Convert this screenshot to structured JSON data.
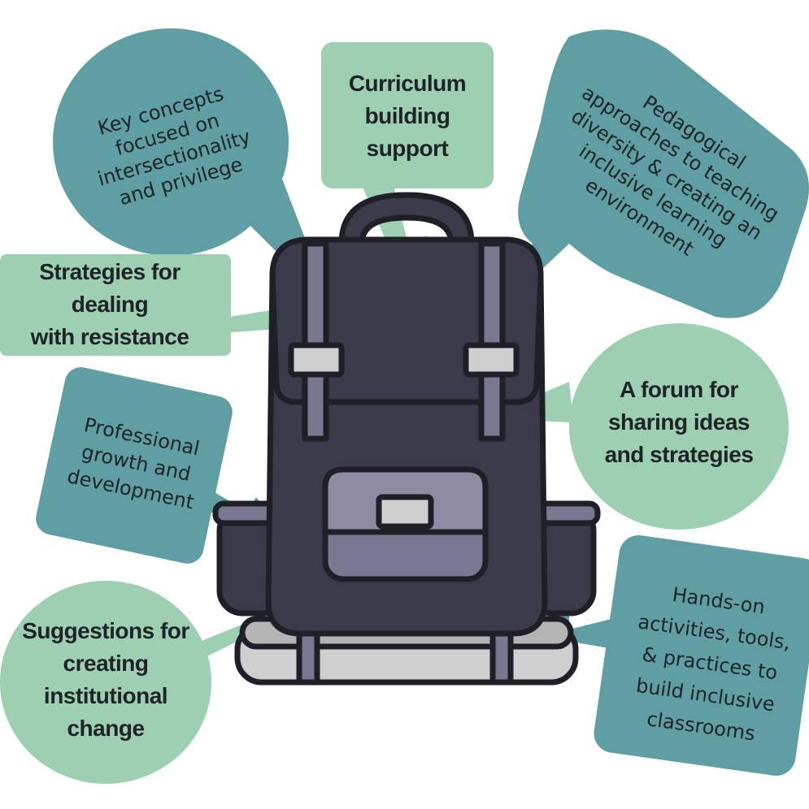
{
  "colors": {
    "teal": "#5f9ea3",
    "mint": "#9dcfb2",
    "bag_dark": "#3b3a4a",
    "bag_mid": "#7a7790",
    "outline": "#1f1f28",
    "buckle": "#cfcfcf",
    "text": "#1d2327"
  },
  "icons": {
    "center": "backpack-icon"
  },
  "labels": {
    "key_concepts": "Key concepts\nfocused on\nintersectionality\nand privilege",
    "curriculum": "Curriculum\nbuilding\nsupport",
    "pedagogical": "Pedagogical\napproaches to teaching\ndiversity & creating an\ninclusive learning\nenvironment",
    "resistance": "Strategies for dealing\nwith resistance",
    "forum": "A forum for\nsharing ideas\nand strategies",
    "professional": "Professional\ngrowth and\ndevelopment",
    "institutional": "Suggestions for\ncreating\ninstitutional\nchange",
    "hands_on": "Hands-on\nactivities, tools,\n& practices to\nbuild inclusive\nclassrooms"
  }
}
